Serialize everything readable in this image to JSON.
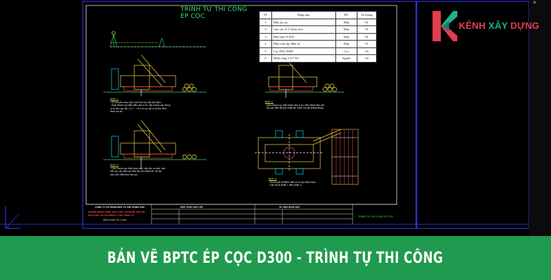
{
  "drawing": {
    "sheet_title": "TRÌNH TỰ THI CÔNG ÉP CỌC",
    "table": {
      "headers": [
        "TT",
        "Hạng mục",
        "ĐV",
        "Số lượng"
      ],
      "rows": [
        [
          "1",
          "Máy ép cọc",
          "Máy",
          "01"
        ],
        [
          "2",
          "Cẩu cẩu 10 T bánh xích",
          "Máy",
          "01"
        ],
        [
          "3",
          "Máy hàn 23 KW",
          "Máy",
          "01"
        ],
        [
          "4",
          "Máy toàn đạc điện tử",
          "Máy",
          "01"
        ],
        [
          "5",
          "Cọc DUL D300",
          "Cọc",
          "24"
        ],
        [
          "6",
          "Nhân công 3.5/7 N3",
          "Người",
          "04"
        ]
      ]
    },
    "notes": {
      "step1_title": "Bước 1:",
      "step1_lines": [
        "- Di chuyển máy vào vị trí tim cọc đã xác định.",
        "- Đưa thanh cọc đầu tiên vào vị trí, lắp thanh cọc đúng",
        "  vị trí tim cọc độ +/-2 ~ +5.0 m so với vị trí tim lệch",
        "  theo sai số."
      ],
      "step2_title": "Bước 2:",
      "step2_lines": [
        "- Cẩu thanh cọc tiếp theo vào vị trí, tiến hành hàn nối.",
        "- Ép cọc đến độ sâu thiết kế, kiểm tra độ thẳng đứng."
      ],
      "step3_title": "Bước 3:",
      "step3_lines": [
        "- Cẩu thanh cọc tiếp theo vào, cẩu lên cơ cấu, hàn",
        "  nối cọc, ép tiếp cọc đến độ sâu thiết kế, lực ép",
        "  yêu cầu. Kết thúc ép cọc."
      ],
      "step4_title": "Bước 4:",
      "step4_lines": [
        "- Di chuyển ROBOT đến vị trí cọc tiếp theo.",
        "- Lặp lại từ bước 1 đến bước 3."
      ]
    },
    "titleblock": {
      "company_head": "CÔNG TY CỔ PHẦN ĐẦU TƯ XÂY DỰNG XXX",
      "red_line1": "KHÔNG ĐƯỢC PHÉP SAO CHÉP, SỬ DỤNG BẢN VẼ",
      "red_line2": "KHI CHƯA CÓ SỰ ĐỒNG Ý CỦA CÔNG TY",
      "yellow_line": "BIỆN PHÁP THI CÔNG",
      "col2_head": "NHÀ THẦU XÂY LẮP",
      "col3_head": "TƯ VẤN GIÁM SÁT",
      "drawing_name": "TRÌNH TỰ THI CÔNG ÉP CỌC"
    }
  },
  "logo": {
    "part1": "KÊNH",
    "part2": "XÂY",
    "part3": "DỰNG"
  },
  "banner": {
    "title": "BẢN VẼ BPTC ÉP CỌC D300 - TRÌNH TỰ THI CÔNG"
  }
}
